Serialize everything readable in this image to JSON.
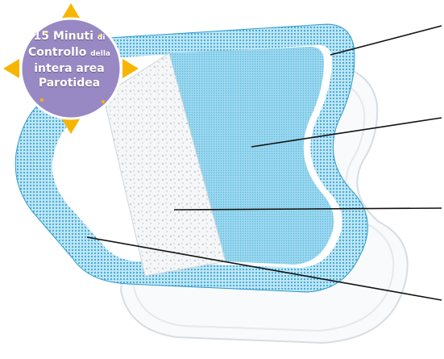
{
  "badge": {
    "line1_main": "15 Minuti",
    "line1_small": "di",
    "line2_main": "Controllo",
    "line2_small": "della",
    "line3": "intera area",
    "line4": "Parotidea"
  },
  "colors": {
    "blue_pad": "#8fd0ea",
    "blue_dots": "#3aa6d6",
    "badge_purple": "#9889c4",
    "arrow_orange": "#f7b500",
    "outline": "#d6dde3"
  }
}
